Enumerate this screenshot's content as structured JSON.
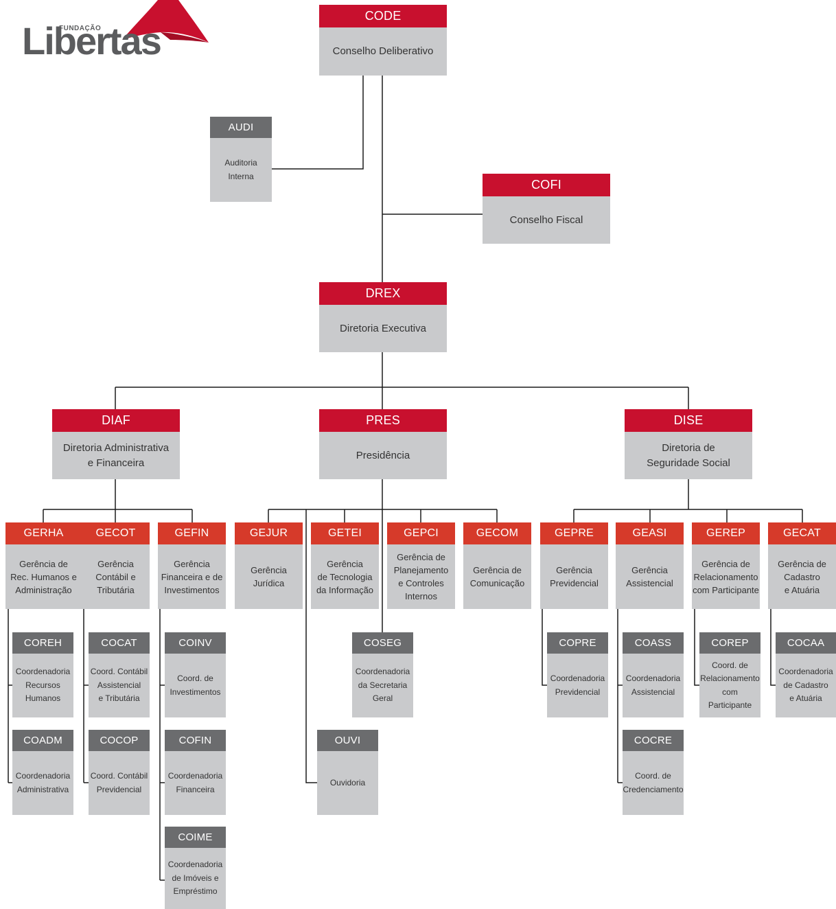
{
  "logo": {
    "small_text": "FUNDAÇÃO",
    "word": "Libertas",
    "color": "#c8102e"
  },
  "colors": {
    "red": "#c8102e",
    "orange": "#d63a2a",
    "gray": "#6b6c6e",
    "box": "#c9cacc"
  },
  "nodes": {
    "code": {
      "code": "CODE",
      "name": "Conselho Deliberativo"
    },
    "audi": {
      "code": "AUDI",
      "name": "Auditoria\nInterna"
    },
    "cofi": {
      "code": "COFI",
      "name": "Conselho Fiscal"
    },
    "drex": {
      "code": "DREX",
      "name": "Diretoria Executiva"
    },
    "diaf": {
      "code": "DIAF",
      "name": "Diretoria Administrativa\ne Financeira"
    },
    "pres": {
      "code": "PRES",
      "name": "Presidência"
    },
    "dise": {
      "code": "DISE",
      "name": "Diretoria de\nSeguridade Social"
    },
    "gerha": {
      "code": "GERHA",
      "name": "Gerência de\nRec. Humanos e\nAdministração"
    },
    "gecot": {
      "code": "GECOT",
      "name": "Gerência\nContábil e\nTributária"
    },
    "gefin": {
      "code": "GEFIN",
      "name": "Gerência\nFinanceira e de\nInvestimentos"
    },
    "gejur": {
      "code": "GEJUR",
      "name": "Gerência\nJurídica"
    },
    "getei": {
      "code": "GETEI",
      "name": "Gerência\nde Tecnologia\nda Informação"
    },
    "gepci": {
      "code": "GEPCI",
      "name": "Gerência de\nPlanejamento\ne Controles\nInternos"
    },
    "gecom": {
      "code": "GECOM",
      "name": "Gerência de\nComunicação"
    },
    "gepre": {
      "code": "GEPRE",
      "name": "Gerência\nPrevidencial"
    },
    "geasi": {
      "code": "GEASI",
      "name": "Gerência\nAssistencial"
    },
    "gerep": {
      "code": "GEREP",
      "name": "Gerência de\nRelacionamento\ncom Participante"
    },
    "gecat": {
      "code": "GECAT",
      "name": "Gerência de\nCadastro\ne Atuária"
    },
    "coreh": {
      "code": "COREH",
      "name": "Coordenadoria\nRecursos\nHumanos"
    },
    "coadm": {
      "code": "COADM",
      "name": "Coordenadoria\nAdministrativa"
    },
    "cocat": {
      "code": "COCAT",
      "name": "Coord. Contábil\nAssistencial\ne Tributária"
    },
    "cocop": {
      "code": "COCOP",
      "name": "Coord. Contábil\nPrevidencial"
    },
    "coinv": {
      "code": "COINV",
      "name": "Coord. de\nInvestimentos"
    },
    "cofin": {
      "code": "COFIN",
      "name": "Coordenadoria\nFinanceira"
    },
    "coime": {
      "code": "COIME",
      "name": "Coordenadoria\nde Imóveis e\nEmpréstimo"
    },
    "coseg": {
      "code": "COSEG",
      "name": "Coordenadoria\nda Secretaria\nGeral"
    },
    "ouvi": {
      "code": "OUVI",
      "name": "Ouvidoria"
    },
    "copre": {
      "code": "COPRE",
      "name": "Coordenadoria\nPrevidencial"
    },
    "coass": {
      "code": "COASS",
      "name": "Coordenadoria\nAssistencial"
    },
    "cocre": {
      "code": "COCRE",
      "name": "Coord. de\nCredenciamento"
    },
    "corep": {
      "code": "COREP",
      "name": "Coord. de\nRelacionamento\ncom\nParticipante"
    },
    "cocaa": {
      "code": "COCAA",
      "name": "Coordenadoria\nde Cadastro\ne Atuária"
    }
  }
}
